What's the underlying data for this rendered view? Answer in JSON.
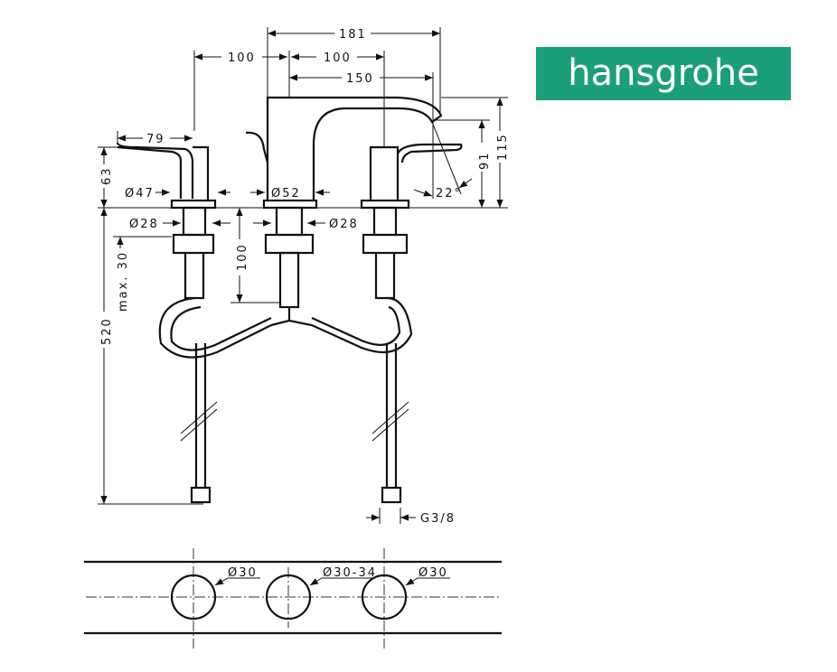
{
  "brand": {
    "logo_text": "hansgrohe",
    "color": "#1b9f7b"
  },
  "side_view": {
    "dims": {
      "overall_width": "181",
      "left_spacing": "100",
      "right_spacing": "100",
      "spout_reach": "150",
      "handle_length": "79",
      "handle_height": "63",
      "spout_height": "115",
      "outlet_height": "91",
      "spray_angle": "22°",
      "handle_base_dia": "Ø47",
      "spout_base_dia": "Ø52",
      "left_shank_dia": "Ø28",
      "right_shank_dia": "Ø28",
      "shank_length": "100",
      "max_deck": "max. 30",
      "total_length": "520",
      "connection": "G3/8"
    }
  },
  "top_view": {
    "hole_left": "Ø30",
    "hole_center": "Ø30-34",
    "hole_right": "Ø30"
  }
}
